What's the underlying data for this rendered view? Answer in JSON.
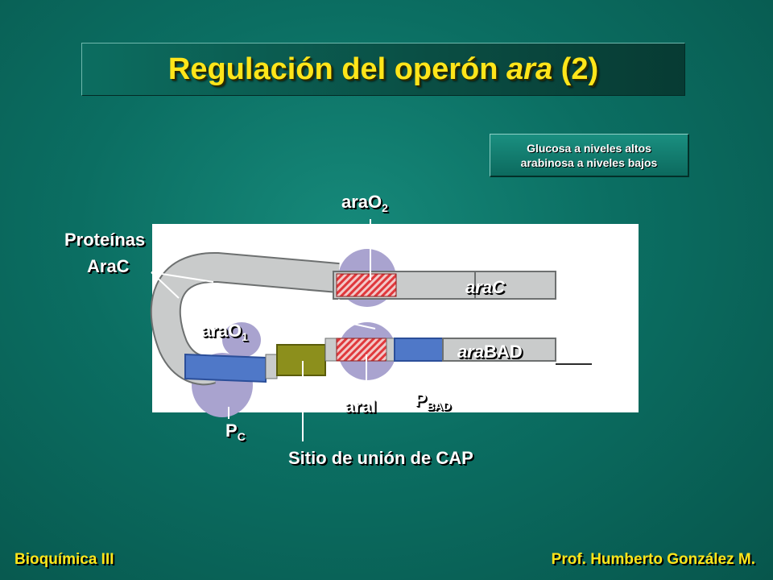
{
  "title": {
    "prefix": "Regulación del operón ",
    "italic": "ara",
    "suffix": " (2)"
  },
  "conditions": {
    "line1": "Glucosa a niveles altos",
    "line2": "arabinosa a niveles bajos"
  },
  "labels": {
    "arao2": {
      "main": "araO",
      "sub": "2"
    },
    "proteinas_line1": "Proteínas",
    "proteinas_line2": "AraC",
    "arac": {
      "italic": "ara",
      "rest": "C"
    },
    "arao1": {
      "main": "araO",
      "sub": "1"
    },
    "arabad": {
      "italic": "ara",
      "rest": "BAD"
    },
    "arai": "araI",
    "pbad": {
      "main": "P",
      "sub": "BAD"
    },
    "pc": {
      "main": "P",
      "sub": "C"
    },
    "cap_site": "Sitio de unión de CAP"
  },
  "footer": {
    "left": "Bioquímica III",
    "right": "Prof. Humberto González M."
  },
  "colors": {
    "title_text": "#ffe51a",
    "footer_text": "#ffe51a",
    "dna_gray": "#c9cbcb",
    "dna_blue": "#4f78c8",
    "cap_olive": "#8c8f1c",
    "operator_red": "#e0383c",
    "protein_lavender": "#a9a3cf"
  }
}
